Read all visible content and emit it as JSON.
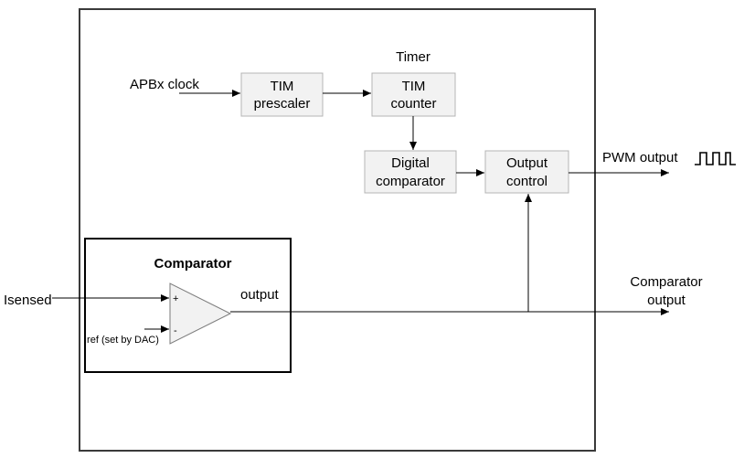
{
  "labels": {
    "timer_title": "Timer",
    "apbx_clock": "APBx clock",
    "tim_prescaler_line1": "TIM",
    "tim_prescaler_line2": "prescaler",
    "tim_counter_line1": "TIM",
    "tim_counter_line2": "counter",
    "digital_comparator_line1": "Digital",
    "digital_comparator_line2": "comparator",
    "output_control_line1": "Output",
    "output_control_line2": "control",
    "pwm_output": "PWM output",
    "comparator_title": "Comparator",
    "comparator_output_inner": "output",
    "isensed": "Isensed",
    "iref": "Iref (set by DAC)",
    "comparator_output_line1": "Comparator",
    "comparator_output_line2": "output",
    "plus_sign": "+",
    "minus_sign": "-"
  }
}
